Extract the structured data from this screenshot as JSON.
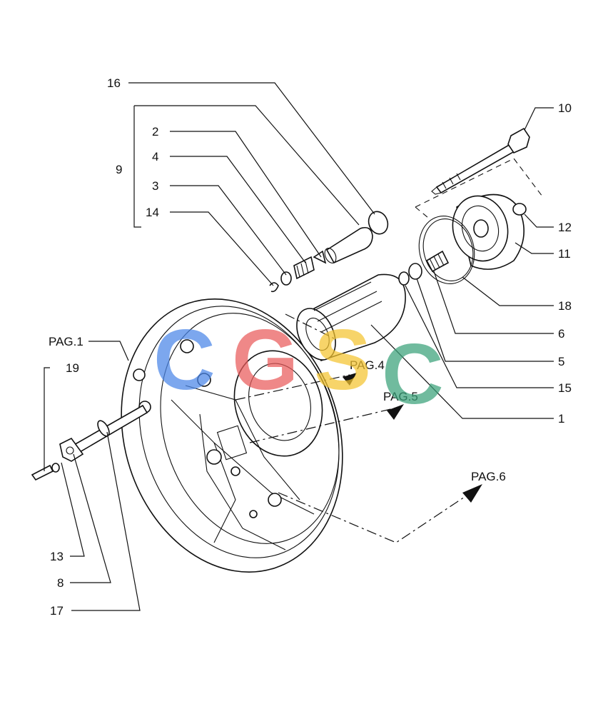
{
  "labels": {
    "l16": "16",
    "l9": "9",
    "l2": "2",
    "l4": "4",
    "l3": "3",
    "l14": "14",
    "l10": "10",
    "l12": "12",
    "l11": "11",
    "l18": "18",
    "l6": "6",
    "l5": "5",
    "l15": "15",
    "l1": "1",
    "l19": "19",
    "l13": "13",
    "l8": "8",
    "l17": "17"
  },
  "page_refs": {
    "pag1": "PAG.1",
    "pag4": "PAG.4",
    "pag5": "PAG.5",
    "pag6": "PAG.6"
  },
  "watermark": {
    "letters": [
      "C",
      "G",
      "S",
      "C"
    ],
    "colors": [
      "#4a86e8",
      "#ea5b5b",
      "#f4c430",
      "#3aa27a"
    ]
  }
}
